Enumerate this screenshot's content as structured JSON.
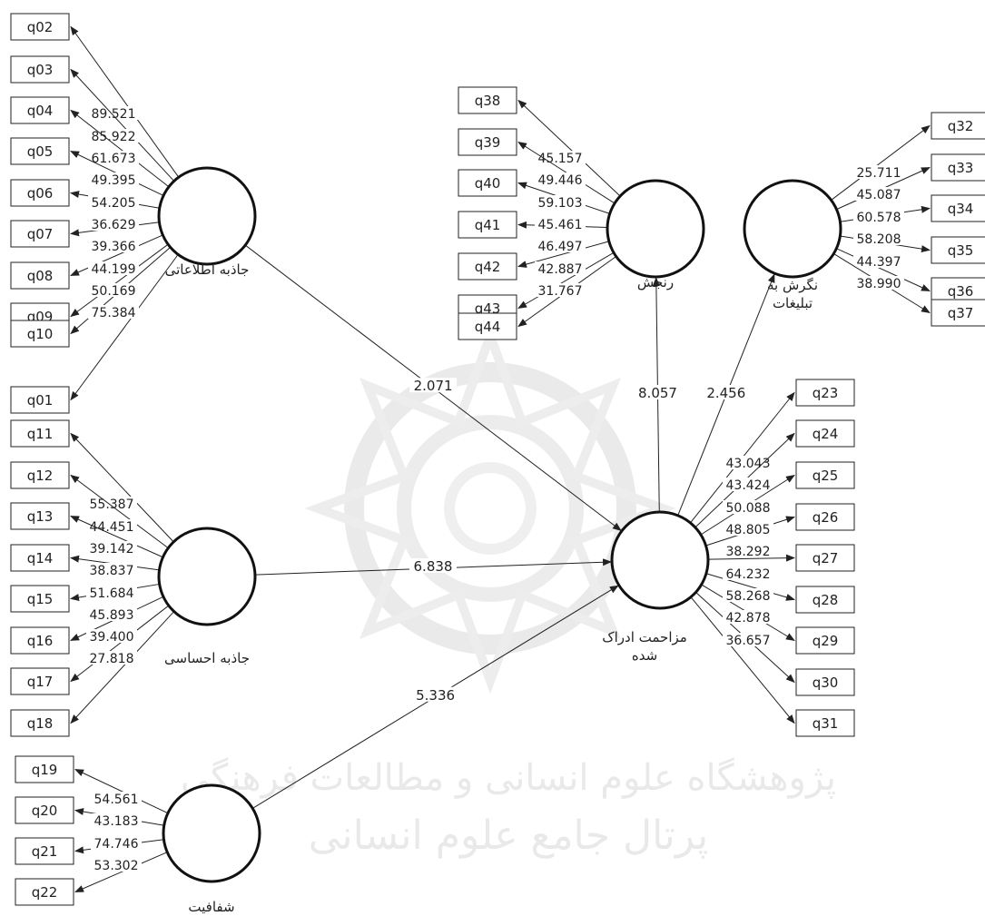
{
  "colors": {
    "line": "#222222",
    "watermark": "#d9d9d9"
  },
  "constructs": [
    {
      "id": "info",
      "label_lines": [
        "جاذبه اطلاعاتی"
      ]
    },
    {
      "id": "emot",
      "label_lines": [
        "جاذبه احساسی"
      ]
    },
    {
      "id": "transp",
      "label_lines": [
        "شفافیت"
      ]
    },
    {
      "id": "annoy",
      "label_lines": [
        "رنجش"
      ]
    },
    {
      "id": "attitude",
      "label_lines": [
        "نگرش به",
        "تبلیغات"
      ]
    },
    {
      "id": "intrus",
      "label_lines": [
        "مزاحمت ادراک",
        "شده"
      ]
    }
  ],
  "indicators": [
    {
      "id": "q02",
      "construct": "info",
      "weight": "89.521"
    },
    {
      "id": "q03",
      "construct": "info",
      "weight": "85.922"
    },
    {
      "id": "q04",
      "construct": "info",
      "weight": "61.673"
    },
    {
      "id": "q05",
      "construct": "info",
      "weight": "49.395"
    },
    {
      "id": "q06",
      "construct": "info",
      "weight": "54.205"
    },
    {
      "id": "q07",
      "construct": "info",
      "weight": "36.629"
    },
    {
      "id": "q08",
      "construct": "info",
      "weight": "39.366"
    },
    {
      "id": "q09",
      "construct": "info",
      "weight": "44.199"
    },
    {
      "id": "q10",
      "construct": "info",
      "weight": "50.169"
    },
    {
      "id": "q01",
      "construct": "info",
      "weight": "75.384"
    },
    {
      "id": "q11",
      "construct": "emot",
      "weight": "55.387"
    },
    {
      "id": "q12",
      "construct": "emot",
      "weight": "44.451"
    },
    {
      "id": "q13",
      "construct": "emot",
      "weight": "39.142"
    },
    {
      "id": "q14",
      "construct": "emot",
      "weight": "38.837"
    },
    {
      "id": "q15",
      "construct": "emot",
      "weight": "51.684"
    },
    {
      "id": "q16",
      "construct": "emot",
      "weight": "45.893"
    },
    {
      "id": "q17",
      "construct": "emot",
      "weight": "39.400"
    },
    {
      "id": "q18",
      "construct": "emot",
      "weight": "27.818"
    },
    {
      "id": "q19",
      "construct": "transp",
      "weight": "54.561"
    },
    {
      "id": "q20",
      "construct": "transp",
      "weight": "43.183"
    },
    {
      "id": "q21",
      "construct": "transp",
      "weight": "74.746"
    },
    {
      "id": "q22",
      "construct": "transp",
      "weight": "53.302"
    },
    {
      "id": "q38",
      "construct": "annoy",
      "weight": "45.157"
    },
    {
      "id": "q39",
      "construct": "annoy",
      "weight": "49.446"
    },
    {
      "id": "q40",
      "construct": "annoy",
      "weight": "59.103"
    },
    {
      "id": "q41",
      "construct": "annoy",
      "weight": "45.461"
    },
    {
      "id": "q42",
      "construct": "annoy",
      "weight": "46.497"
    },
    {
      "id": "q43",
      "construct": "annoy",
      "weight": "42.887"
    },
    {
      "id": "q44",
      "construct": "annoy",
      "weight": "31.767"
    },
    {
      "id": "q32",
      "construct": "attitude",
      "weight": "25.711"
    },
    {
      "id": "q33",
      "construct": "attitude",
      "weight": "45.087"
    },
    {
      "id": "q34",
      "construct": "attitude",
      "weight": "60.578"
    },
    {
      "id": "q35",
      "construct": "attitude",
      "weight": "58.208"
    },
    {
      "id": "q36",
      "construct": "attitude",
      "weight": "44.397"
    },
    {
      "id": "q37",
      "construct": "attitude",
      "weight": "38.990"
    },
    {
      "id": "q23",
      "construct": "intrus",
      "weight": "43.043"
    },
    {
      "id": "q24",
      "construct": "intrus",
      "weight": "43.424"
    },
    {
      "id": "q25",
      "construct": "intrus",
      "weight": "50.088"
    },
    {
      "id": "q26",
      "construct": "intrus",
      "weight": "48.805"
    },
    {
      "id": "q27",
      "construct": "intrus",
      "weight": "38.292"
    },
    {
      "id": "q28",
      "construct": "intrus",
      "weight": "64.232"
    },
    {
      "id": "q29",
      "construct": "intrus",
      "weight": "58.268"
    },
    {
      "id": "q30",
      "construct": "intrus",
      "weight": "42.878"
    },
    {
      "id": "q31",
      "construct": "intrus",
      "weight": "36.657"
    }
  ],
  "paths": [
    {
      "from": "info",
      "to": "intrus",
      "value": "2.071"
    },
    {
      "from": "emot",
      "to": "intrus",
      "value": "6.838"
    },
    {
      "from": "transp",
      "to": "intrus",
      "value": "5.336"
    },
    {
      "from": "intrus",
      "to": "annoy",
      "value": "8.057"
    },
    {
      "from": "intrus",
      "to": "attitude",
      "value": "2.456"
    }
  ],
  "watermark": {
    "line1": "پژوهشگاه علوم انسانی و مطالعات فرهنگی",
    "line2": "پرتال جامع علوم انسانی"
  }
}
